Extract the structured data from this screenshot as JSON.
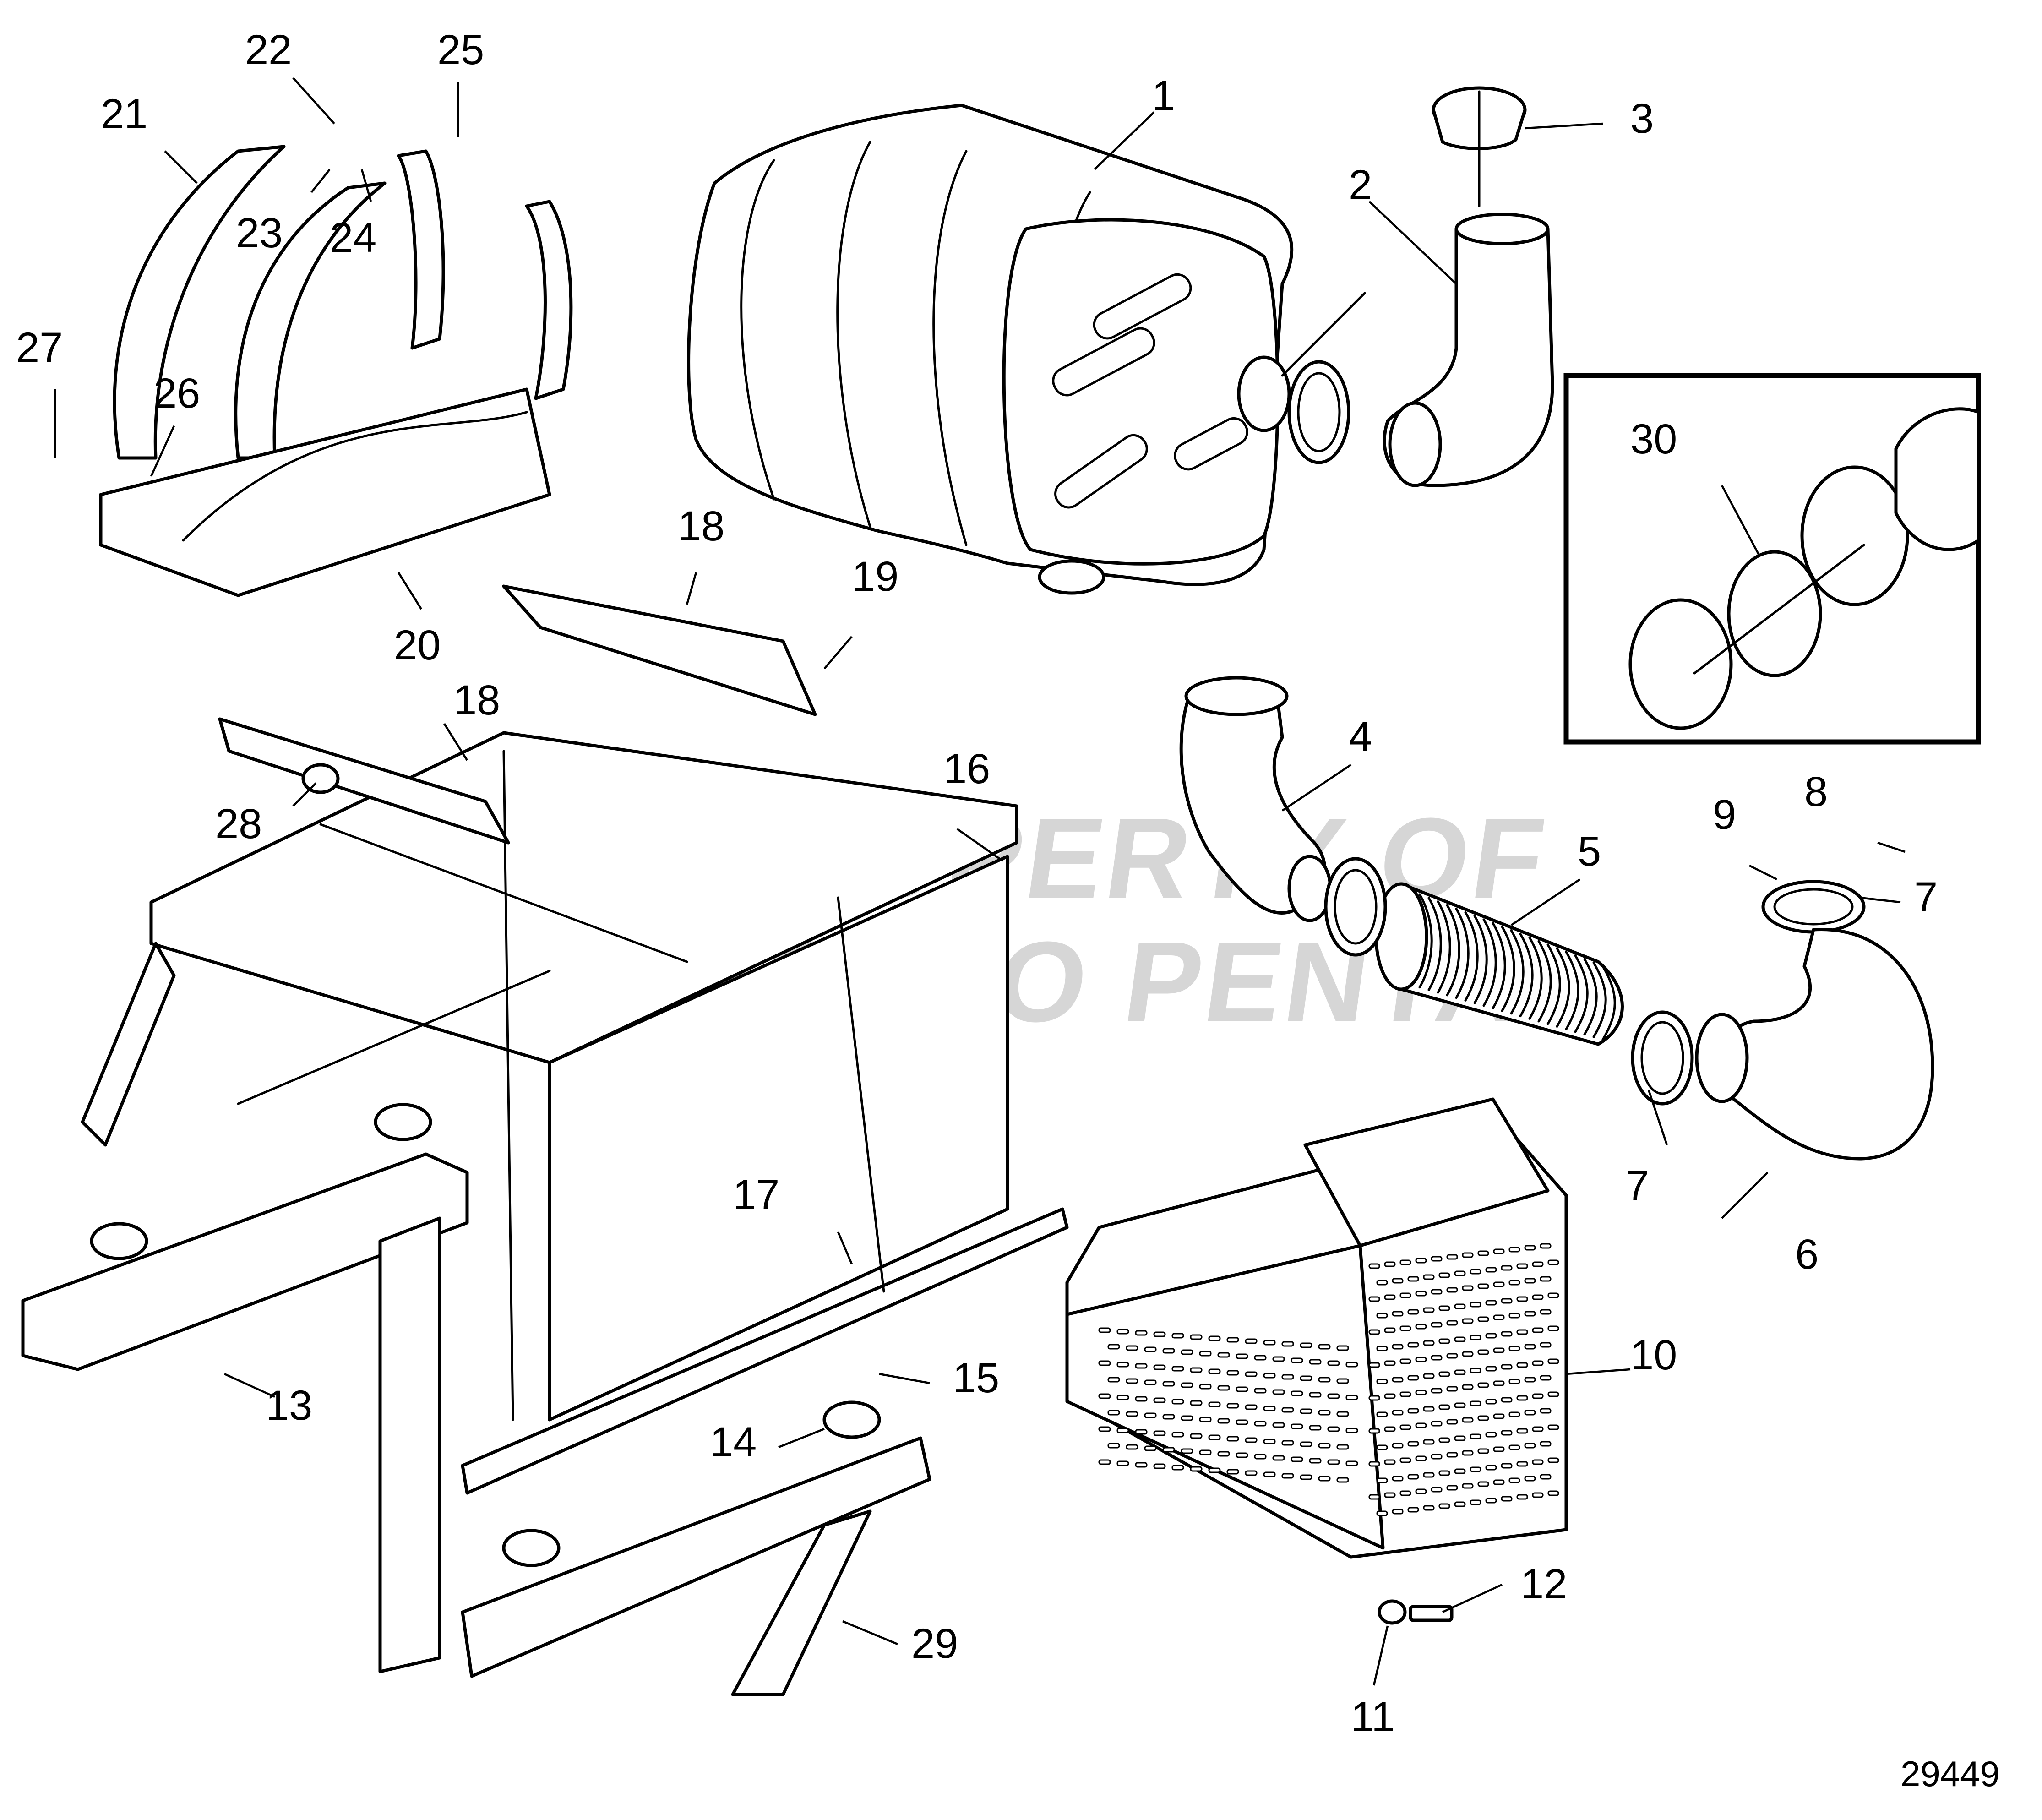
{
  "diagram": {
    "drawing_number": "29449",
    "watermark_lines": [
      "PROPERTY OF",
      "VOLVO PENTA"
    ],
    "callouts": [
      {
        "id": "c1",
        "label": "1"
      },
      {
        "id": "c2",
        "label": "2"
      },
      {
        "id": "c3",
        "label": "3"
      },
      {
        "id": "c4",
        "label": "4"
      },
      {
        "id": "c5",
        "label": "5"
      },
      {
        "id": "c6",
        "label": "6"
      },
      {
        "id": "c7a",
        "label": "7"
      },
      {
        "id": "c7b",
        "label": "7"
      },
      {
        "id": "c8",
        "label": "8"
      },
      {
        "id": "c9",
        "label": "9"
      },
      {
        "id": "c10",
        "label": "10"
      },
      {
        "id": "c11",
        "label": "11"
      },
      {
        "id": "c12",
        "label": "12"
      },
      {
        "id": "c13",
        "label": "13"
      },
      {
        "id": "c14",
        "label": "14"
      },
      {
        "id": "c15",
        "label": "15"
      },
      {
        "id": "c16",
        "label": "16"
      },
      {
        "id": "c17",
        "label": "17"
      },
      {
        "id": "c18a",
        "label": "18"
      },
      {
        "id": "c18b",
        "label": "18"
      },
      {
        "id": "c19",
        "label": "19"
      },
      {
        "id": "c20",
        "label": "20"
      },
      {
        "id": "c21",
        "label": "21"
      },
      {
        "id": "c22",
        "label": "22"
      },
      {
        "id": "c23",
        "label": "23"
      },
      {
        "id": "c24",
        "label": "24"
      },
      {
        "id": "c25",
        "label": "25"
      },
      {
        "id": "c26",
        "label": "26"
      },
      {
        "id": "c27",
        "label": "27"
      },
      {
        "id": "c28",
        "label": "28"
      },
      {
        "id": "c29",
        "label": "29"
      },
      {
        "id": "c30",
        "label": "30"
      }
    ]
  }
}
